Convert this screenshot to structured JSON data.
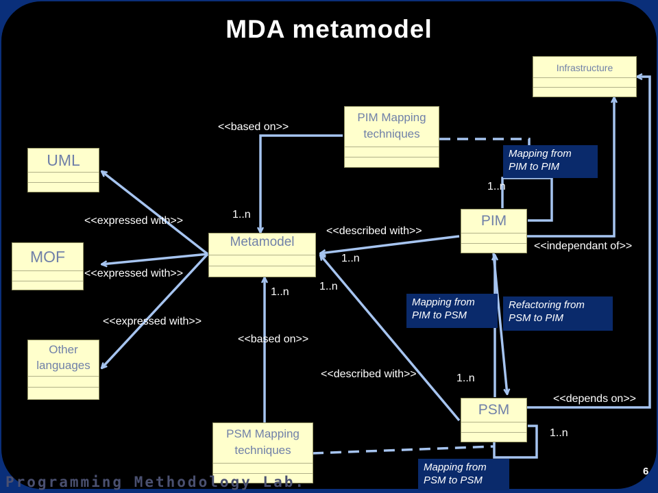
{
  "title": "MDA metamodel",
  "boxes": {
    "uml": "UML",
    "mof": "MOF",
    "other_languages": "Other languages",
    "metamodel": "Metamodel",
    "pim": "PIM",
    "psm": "PSM",
    "infrastructure": "Infrastructure",
    "pim_mapping": "PIM Mapping techniques",
    "psm_mapping": "PSM Mapping techniques"
  },
  "notes": {
    "pim_to_pim": "Mapping from PIM to PIM",
    "pim_to_psm": "Mapping from PIM to PSM",
    "psm_to_pim": "Refactoring from PSM to PIM",
    "psm_to_psm": "Mapping from PSM to PSM"
  },
  "stereotypes": {
    "based_on_top": "<<based on>>",
    "based_on_bottom": "<<based on>>",
    "expressed_with_uml": "<<expressed with>>",
    "expressed_with_mof": "<<expressed with>>",
    "expressed_with_other": "<<expressed with>>",
    "described_with_pim": "<<described with>>",
    "described_with_psm": "<<described with>>",
    "independant_of": "<<independant of>>",
    "depends_on": "<<depends on>>"
  },
  "multiplicities": {
    "m1": "1..n",
    "m2": "1..n",
    "m3": "1..n",
    "m4": "1..n",
    "m5": "1..n",
    "m6": "1..n",
    "m7": "1..n"
  },
  "footer": "Programming Methodology Lab.",
  "page_number": "6",
  "colors": {
    "background": "#000000",
    "frame": "#0a2f7a",
    "box_fill": "#ffffcc",
    "connector": "#a6c4f0",
    "note_fill": "#0a2a6b"
  }
}
